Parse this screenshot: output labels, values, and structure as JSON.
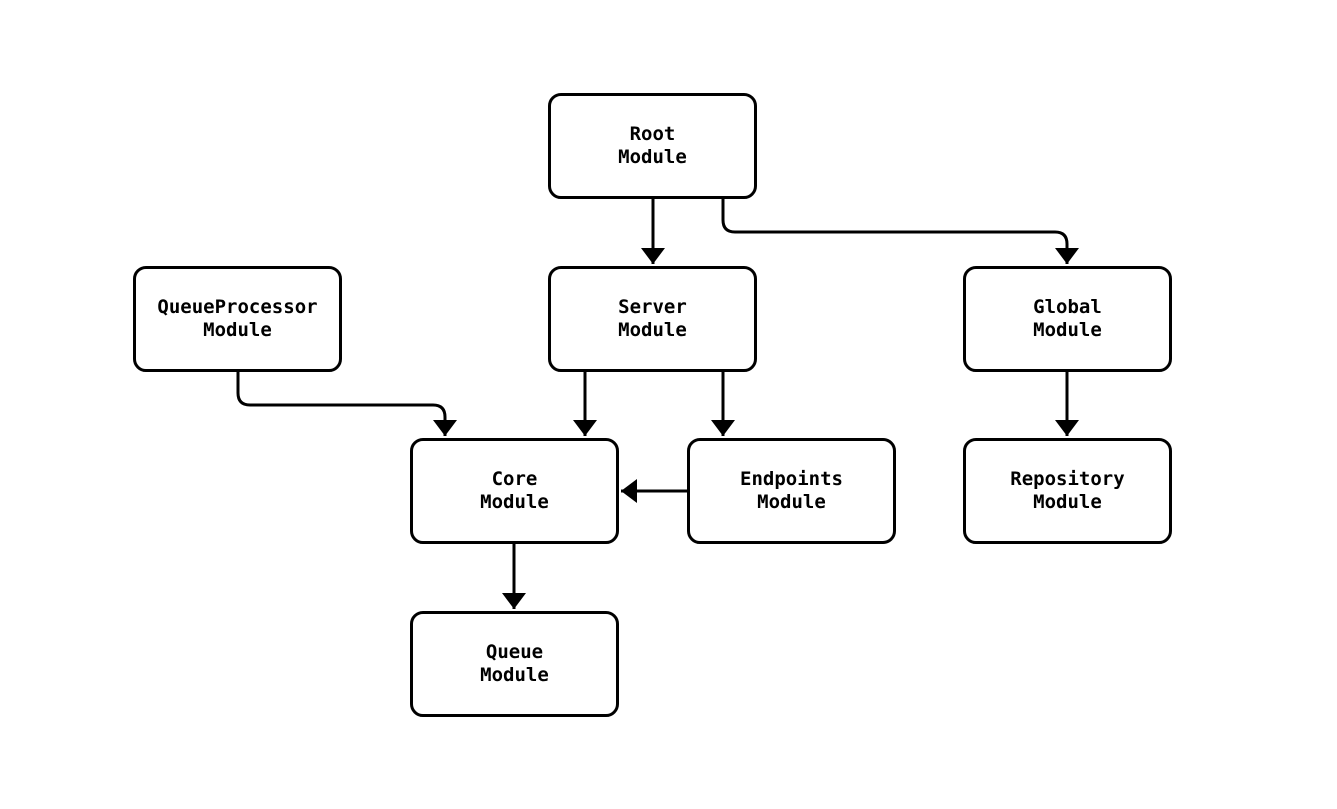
{
  "diagram": {
    "type": "module-dependency-flowchart",
    "colors": {
      "background": "#ffffff",
      "node_fill": "#ffffff",
      "stroke": "#000000",
      "text": "#000000"
    },
    "nodes": [
      {
        "id": "RootModule",
        "label": "Root\nModule"
      },
      {
        "id": "QueueProcessorModule",
        "label": "QueueProcessor\nModule"
      },
      {
        "id": "ServerModule",
        "label": "Server\nModule"
      },
      {
        "id": "GlobalModule",
        "label": "Global\nModule"
      },
      {
        "id": "CoreModule",
        "label": "Core\nModule"
      },
      {
        "id": "EndpointsModule",
        "label": "Endpoints\nModule"
      },
      {
        "id": "RepositoryModule",
        "label": "Repository\nModule"
      },
      {
        "id": "QueueModule",
        "label": "Queue\nModule"
      }
    ],
    "edges": [
      {
        "from": "RootModule",
        "to": "ServerModule"
      },
      {
        "from": "RootModule",
        "to": "GlobalModule"
      },
      {
        "from": "QueueProcessorModule",
        "to": "CoreModule"
      },
      {
        "from": "ServerModule",
        "to": "CoreModule"
      },
      {
        "from": "ServerModule",
        "to": "EndpointsModule"
      },
      {
        "from": "EndpointsModule",
        "to": "CoreModule"
      },
      {
        "from": "GlobalModule",
        "to": "RepositoryModule"
      },
      {
        "from": "CoreModule",
        "to": "QueueModule"
      }
    ]
  }
}
